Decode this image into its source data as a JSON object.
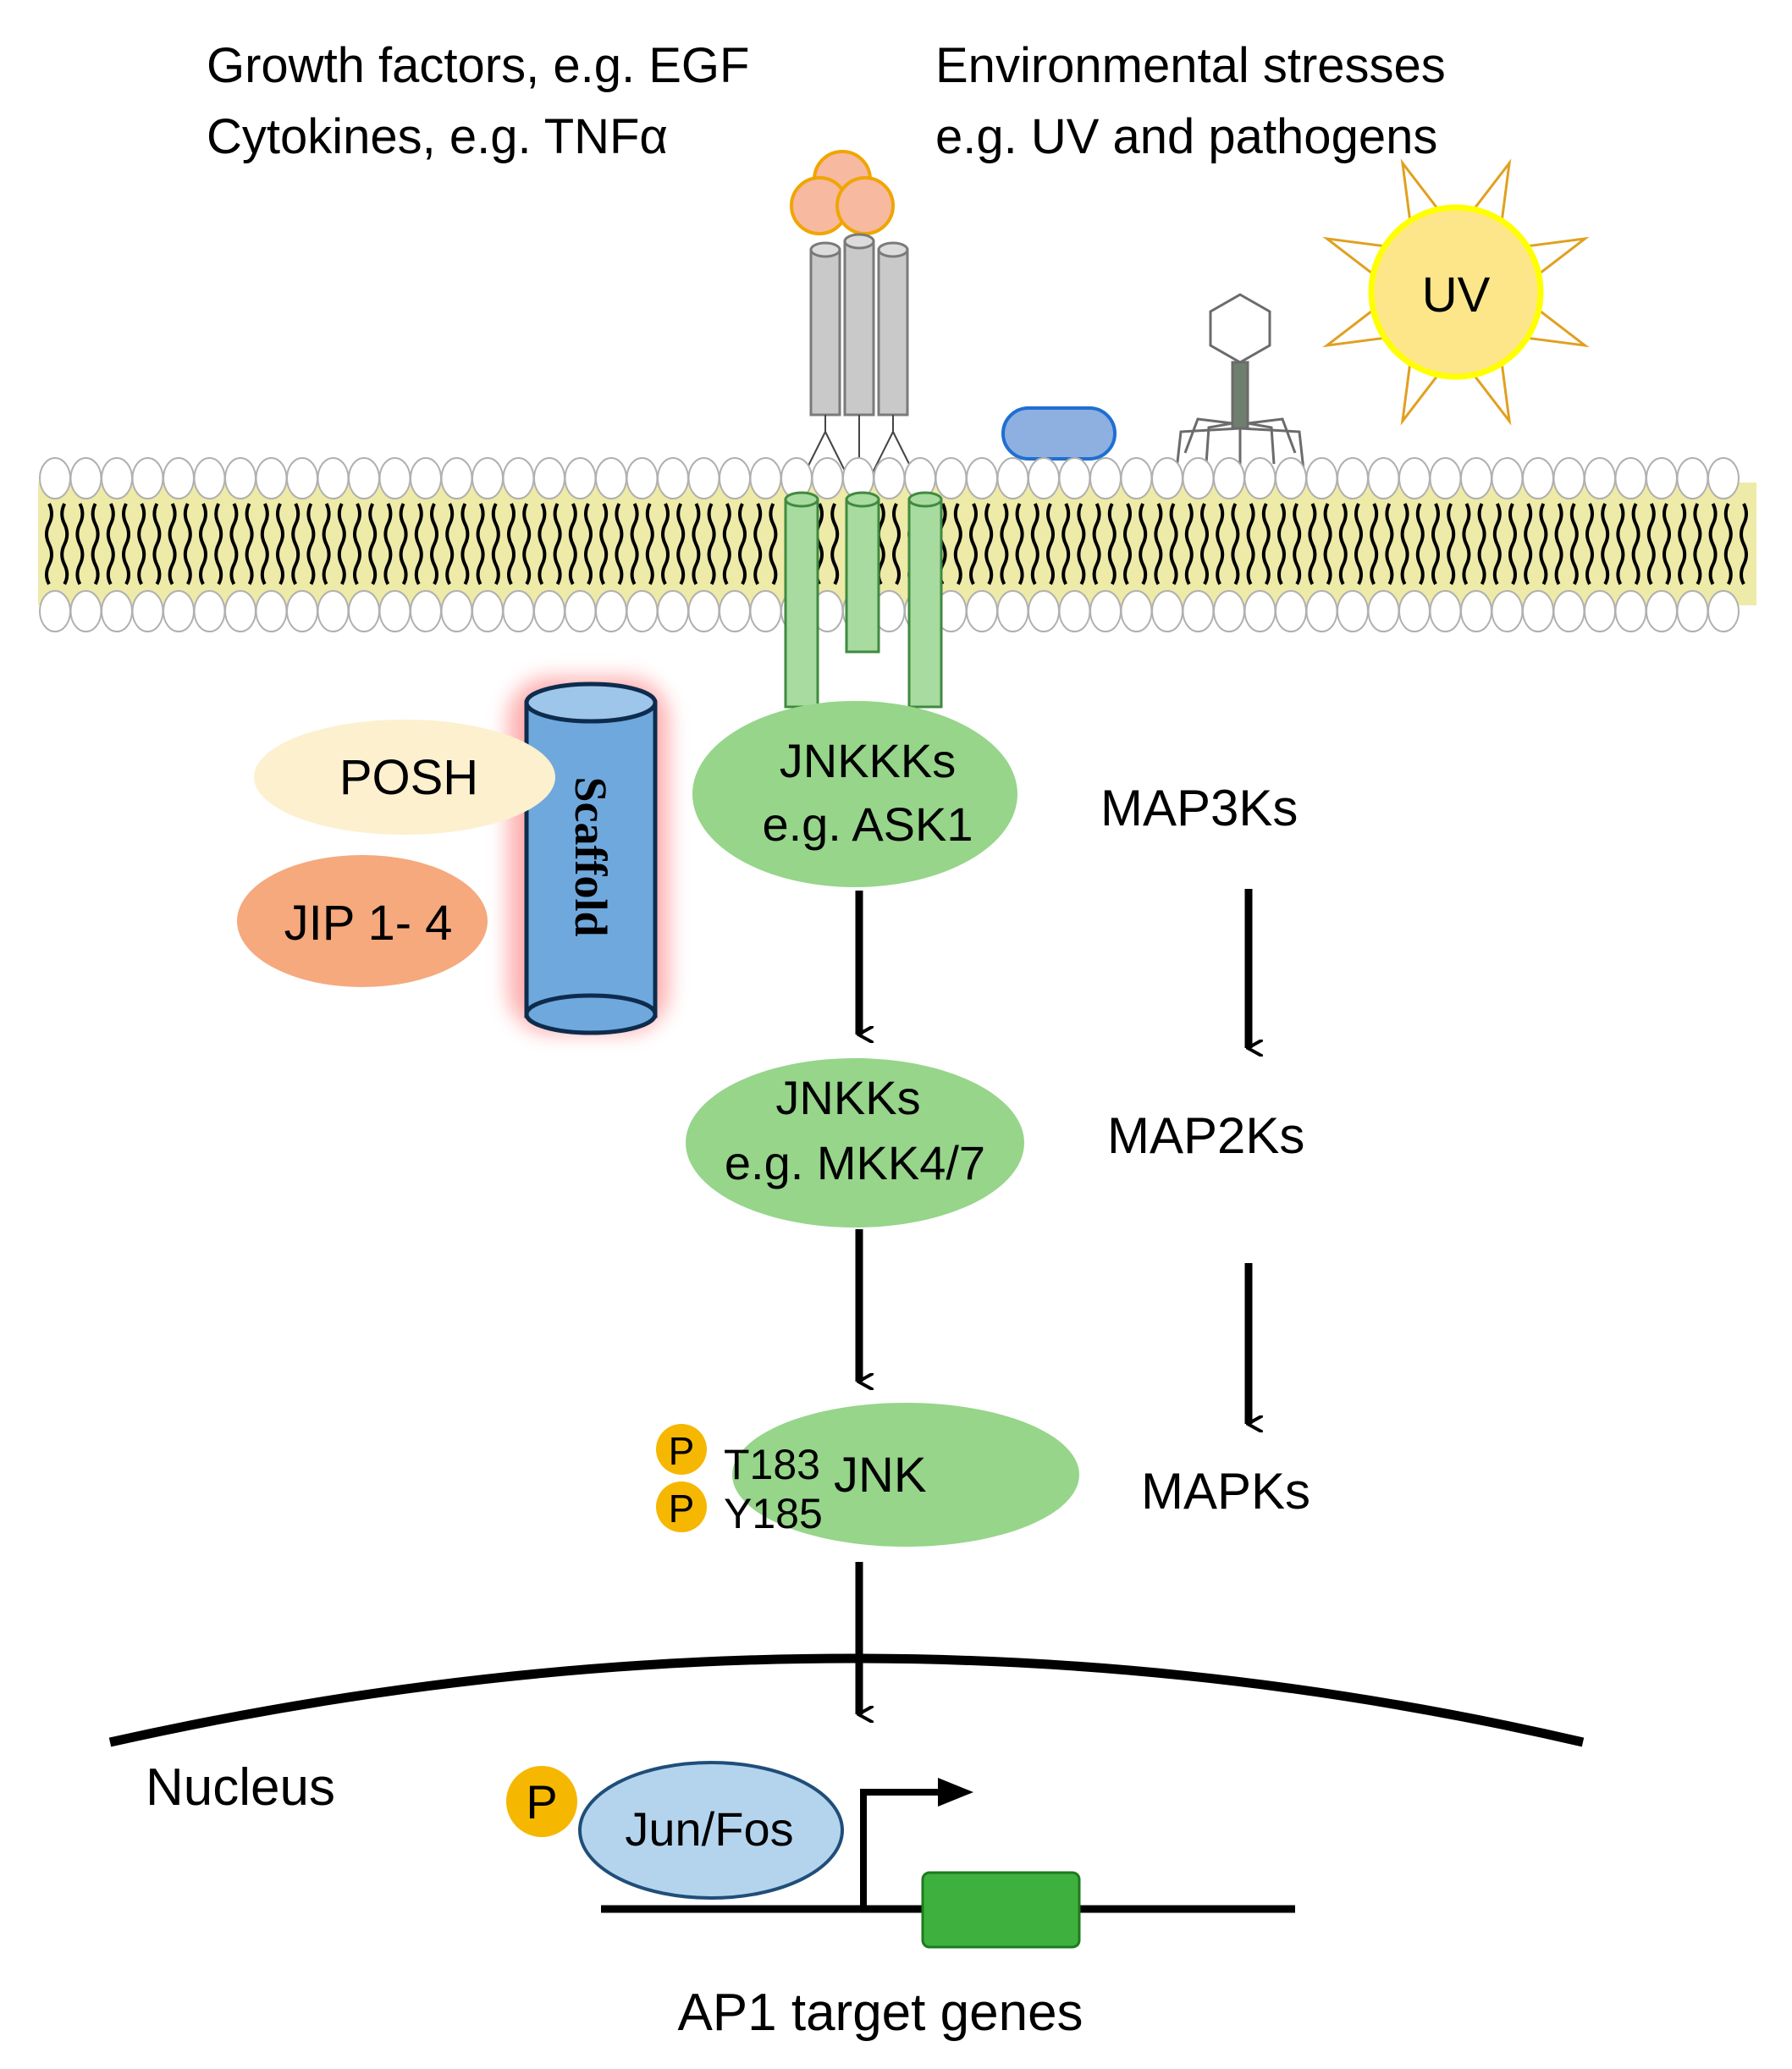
{
  "header": {
    "growth_line1": "Growth factors, e.g. EGF",
    "growth_line2": "Cytokines, e.g. TNFα",
    "env_line1": "Environmental stresses",
    "env_line2": "e.g. UV and pathogens"
  },
  "uv": {
    "label": "UV"
  },
  "scaffold": {
    "label": "Scaffold",
    "posh": "POSH",
    "jip": "JIP 1- 4"
  },
  "cascade": {
    "jnkkks_line1": "JNKKKs",
    "jnkkks_line2": "e.g. ASK1",
    "jnkks_line1": "JNKKs",
    "jnkks_line2": "e.g. MKK4/7",
    "jnk": "JNK",
    "t183": "T183",
    "y185": "Y185",
    "phospho": "P"
  },
  "tiers": {
    "map3k": "MAP3Ks",
    "map2k": "MAP2Ks",
    "mapk": "MAPKs"
  },
  "nucleus": {
    "label": "Nucleus",
    "tf": "Jun/Fos",
    "phospho": "P",
    "genes": "AP1 target genes"
  },
  "colors": {
    "membrane": "#eeeaa8",
    "kinase_green": "#96d58a",
    "receptor_green": "#a8dba0",
    "scaffold_blue": "#6fa8dc",
    "phospho_yellow": "#f6b700",
    "uv_fill": "#fde68a",
    "posh": "#fdf0cf",
    "jip": "#f5a97d",
    "tf_blue": "#b4d4ee",
    "gene_green": "#3db03d"
  }
}
